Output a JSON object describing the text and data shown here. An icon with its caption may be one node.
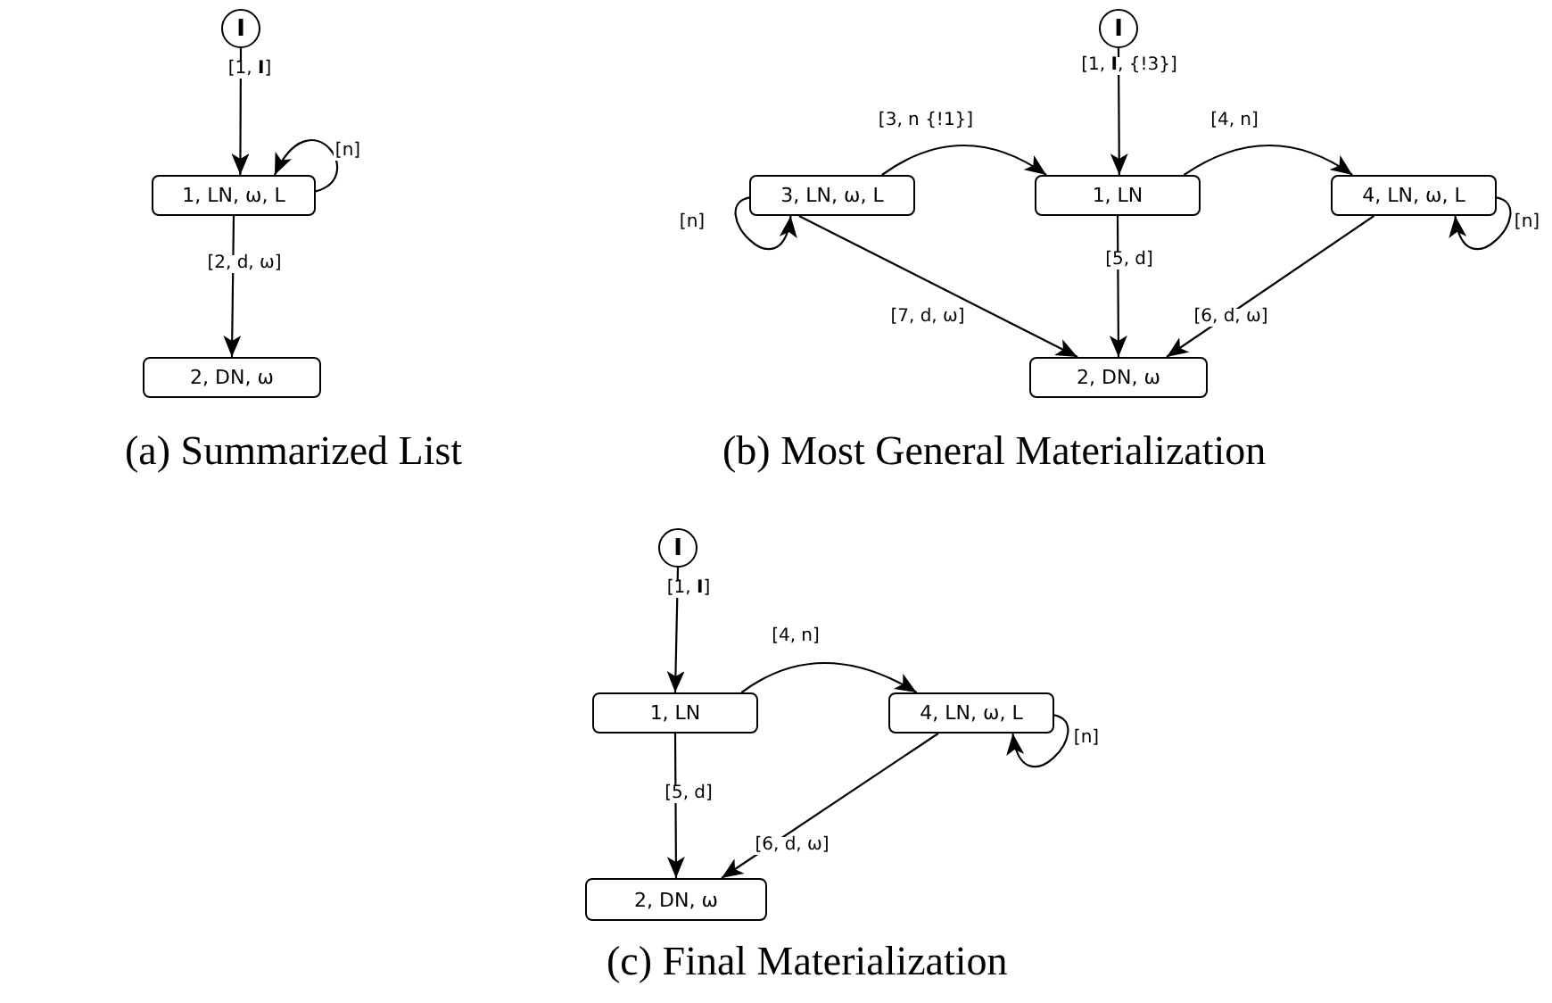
{
  "diagram": {
    "nodes": [
      {
        "text": [
          "I"
        ]
      },
      {
        "text": [
          "1, LN, ω, L"
        ]
      },
      {
        "text": [
          "2, DN, ω"
        ]
      },
      {
        "text": [
          "I"
        ]
      },
      {
        "text": [
          "3, LN, ω, L"
        ]
      },
      {
        "text": [
          "1, LN"
        ]
      },
      {
        "text": [
          "4, LN, ω, L"
        ]
      },
      {
        "text": [
          "2, DN, ω"
        ]
      },
      {
        "text": [
          "I"
        ]
      },
      {
        "text": [
          "1, LN"
        ]
      },
      {
        "text": [
          "4, LN, ω, L"
        ]
      },
      {
        "text": [
          "2, DN, ω"
        ]
      }
    ],
    "edges": [
      {
        "from": 0,
        "to": 1,
        "arrow": "to",
        "label": "[1, **I**]"
      },
      {
        "from": 1,
        "to": 1,
        "arrow": "to",
        "label": "[n]"
      },
      {
        "from": 1,
        "to": 2,
        "arrow": "to",
        "label": "[2, d, ω]"
      },
      {
        "from": 3,
        "to": 5,
        "arrow": "to",
        "label": "[1, **I**, {!3}]"
      },
      {
        "from": 4,
        "to": 5,
        "arrow": "to",
        "label": "[3, n {!1}]"
      },
      {
        "from": 5,
        "to": 6,
        "arrow": "to",
        "label": "[4, n]"
      },
      {
        "from": 4,
        "to": 4,
        "arrow": "to",
        "label": "[n]"
      },
      {
        "from": 6,
        "to": 6,
        "arrow": "to",
        "label": "[n]"
      },
      {
        "from": 5,
        "to": 7,
        "arrow": "to",
        "label": "[5, d]"
      },
      {
        "from": 4,
        "to": 7,
        "arrow": "to",
        "label": "[7, d, ω]"
      },
      {
        "from": 6,
        "to": 7,
        "arrow": "to",
        "label": "[6, d, ω]"
      },
      {
        "from": 8,
        "to": 9,
        "arrow": "to",
        "label": "[1, **I**]"
      },
      {
        "from": 9,
        "to": 10,
        "arrow": "to",
        "label": "[4, n]"
      },
      {
        "from": 10,
        "to": 10,
        "arrow": "to",
        "label": "[n]"
      },
      {
        "from": 9,
        "to": 11,
        "arrow": "to",
        "label": "[5, d]"
      },
      {
        "from": 10,
        "to": 11,
        "arrow": "to",
        "label": "[6, d, ω]"
      }
    ],
    "labels": [
      "(a) Summarized List",
      "(b) Most General Materialization",
      "(c) Final Materialization"
    ]
  }
}
